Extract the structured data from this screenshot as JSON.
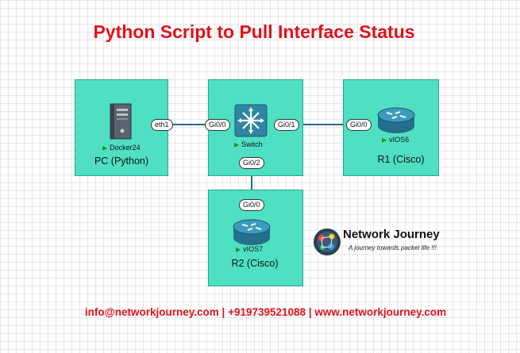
{
  "title": "Python Script to Pull Interface Status",
  "footer": "info@networkjourney.com | +919739521088 | www.networkjourney.com",
  "nodes": {
    "pc": {
      "device": "Docker24",
      "label": "PC (Python)"
    },
    "switch": {
      "device": "Switch",
      "label": ""
    },
    "r1": {
      "device": "vIOS6",
      "label": "R1 (Cisco)"
    },
    "r2": {
      "device": "vIOS7",
      "label": "R2 (Cisco)"
    }
  },
  "ports": {
    "pc_eth1": "eth1",
    "sw_gi00": "Gi0/0",
    "sw_gi01": "Gi0/1",
    "sw_gi02": "Gi0/2",
    "r1_gi00": "Gi0/0",
    "r2_gi00": "Gi0/0"
  },
  "logo": {
    "name": "Network Journey",
    "tagline": "A journey towards packet life !!!"
  },
  "colors": {
    "title": "#e3111b",
    "node_fill": "#4fe0c3",
    "link": "#1f6f8b",
    "router": "#2f86a4",
    "switch": "#2f86a4"
  },
  "icons": {
    "pc": "server-tower-icon",
    "switch": "multilayer-switch-icon",
    "router": "router-icon"
  }
}
